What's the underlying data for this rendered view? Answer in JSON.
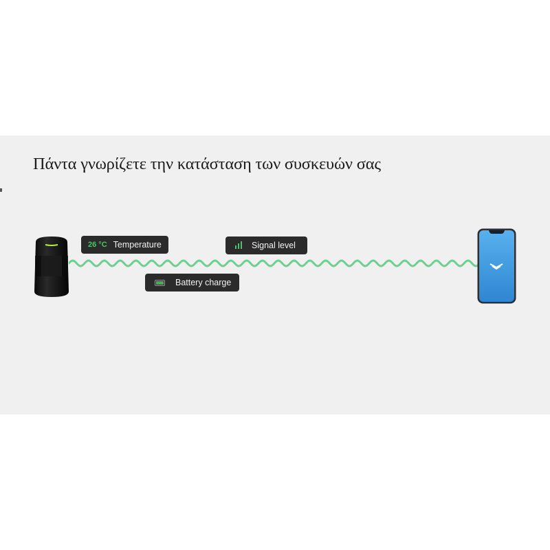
{
  "headline": "Πάντα γνωρίζετε την κατάσταση των συσκευών σας",
  "colors": {
    "band_background": "#f0f0f0",
    "pill_background": "#2b2b2b",
    "accent_green": "#4cc36a",
    "wave_green": "#6fcf8f",
    "phone_screen": "#3d9be0",
    "sensor_body": "#141414"
  },
  "pills": {
    "temperature": {
      "value": "26 °C",
      "label": "Temperature",
      "icon": "thermometer-value"
    },
    "signal": {
      "label": "Signal level",
      "icon": "signal-bars-icon"
    },
    "battery": {
      "label": "Battery charge",
      "icon": "battery-icon"
    }
  },
  "devices": {
    "sensor": "motion-detector",
    "phone": "smartphone-app"
  }
}
